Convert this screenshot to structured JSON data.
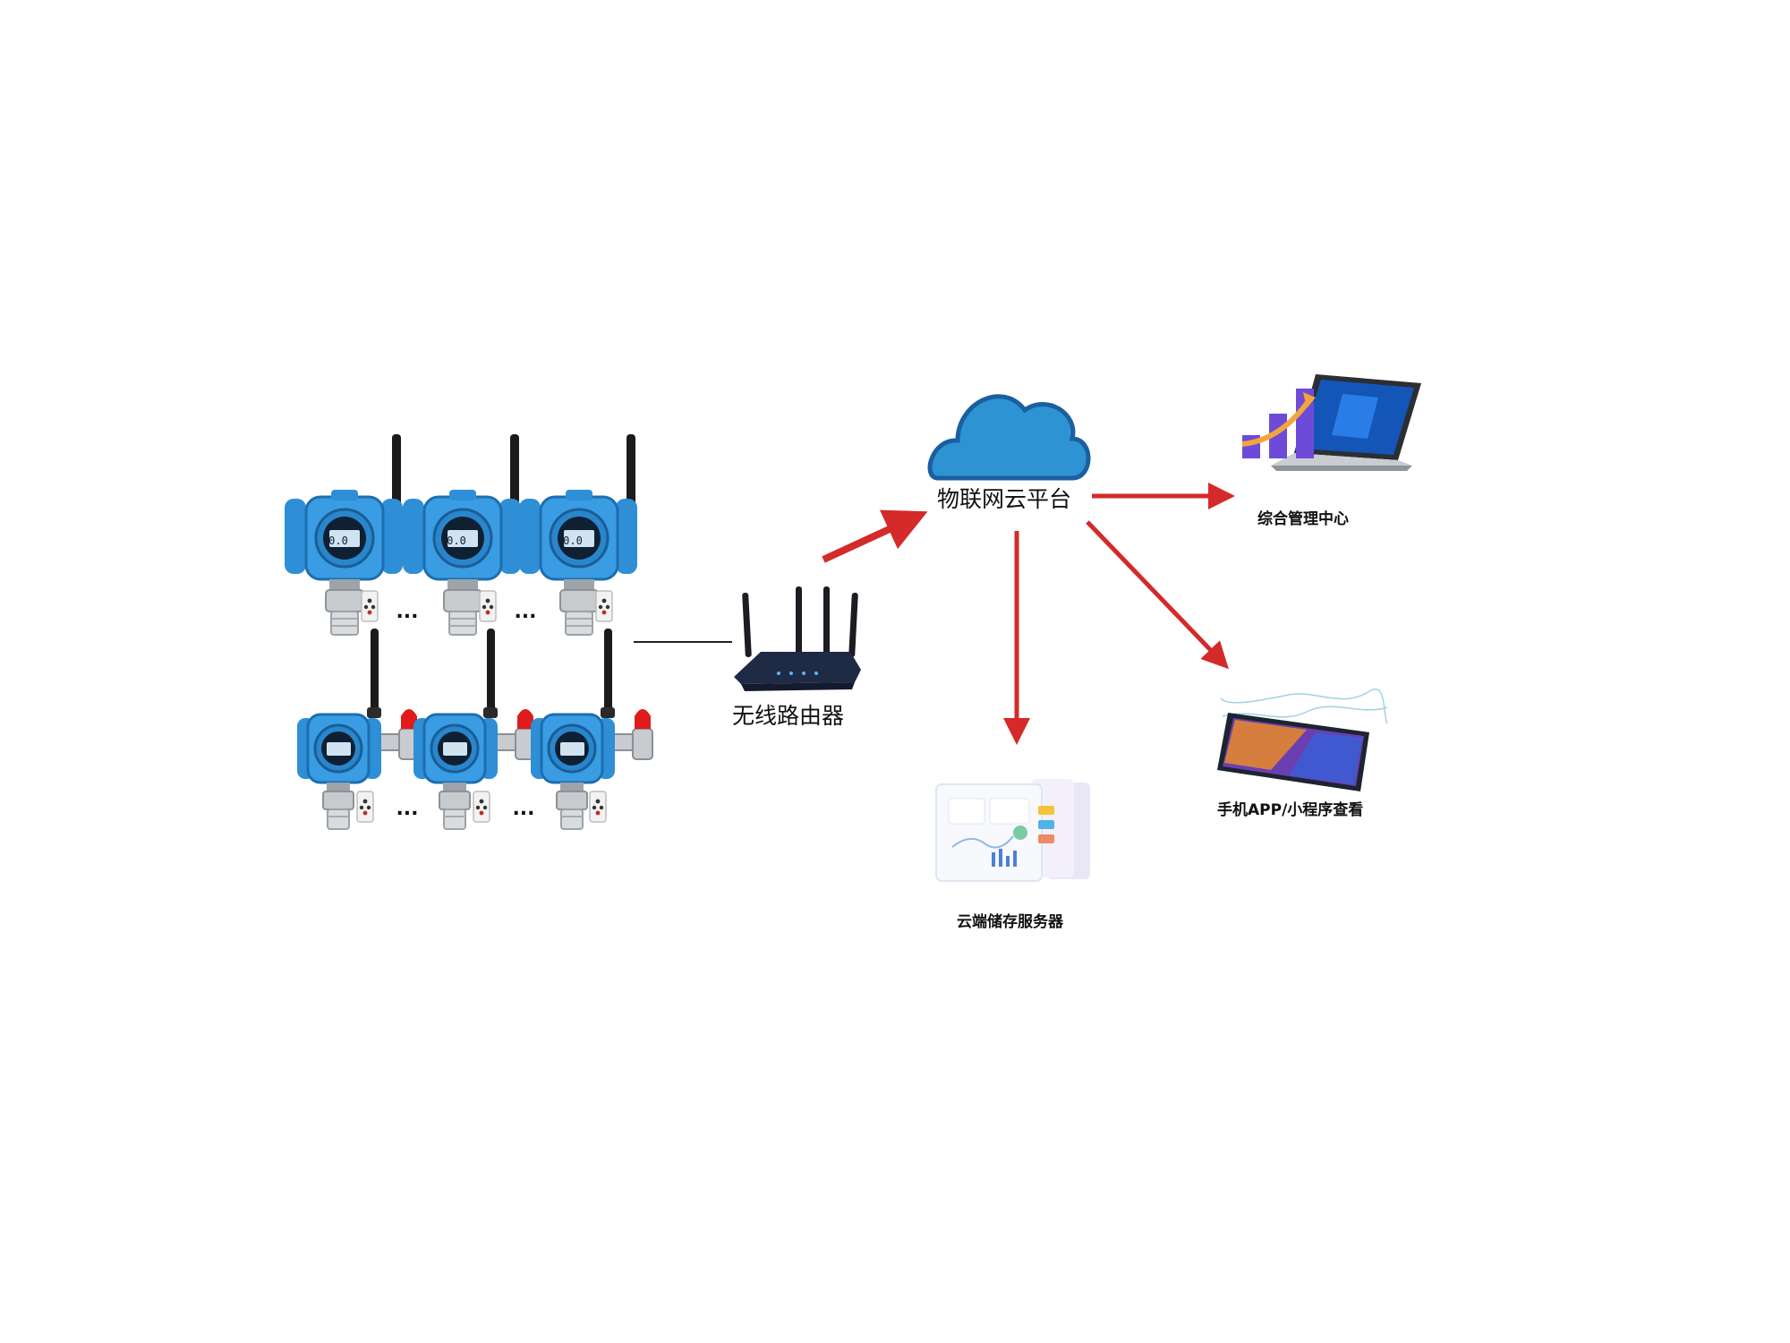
{
  "labels": {
    "router": "无线路由器",
    "cloud": "物联网云平台",
    "management": "综合管理中心",
    "storage": "云端储存服务器",
    "mobile": "手机APP/小程序查看"
  },
  "detector": {
    "display_text": "0.0",
    "ellipsis": "..."
  },
  "colors": {
    "arrow": "#d42a2a",
    "detector_body": "#2f8fd6",
    "cloud_fill": "#2e93d3",
    "cloud_outline": "#1b5fa0",
    "router_body": "#1f2a44",
    "alarm_light": "#e01b1b"
  },
  "icons": [
    "gas-detector-icon",
    "gas-detector-alarm-icon",
    "remote-control-icon",
    "router-icon",
    "cloud-icon",
    "laptop-icon",
    "phone-icon",
    "dashboard-server-icon"
  ]
}
